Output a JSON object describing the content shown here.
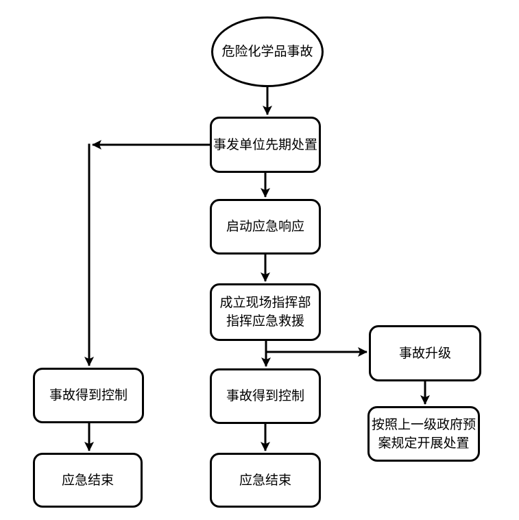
{
  "flowchart": {
    "colors": {
      "stroke": "#000000",
      "fill": "#ffffff",
      "text": "#000000"
    },
    "nodes": {
      "start": {
        "shape": "ellipse",
        "label": "危险化学品事故"
      },
      "initial_disposal": {
        "shape": "rounded-rect",
        "label": "事发单位先期处置"
      },
      "activate_response": {
        "shape": "rounded-rect",
        "label": "启动应急响应"
      },
      "command_post": {
        "shape": "rounded-rect",
        "label": "成立现场指挥部\n指挥应急救援"
      },
      "accident_controlled_left": {
        "shape": "rounded-rect",
        "label": "事故得到控制"
      },
      "emergency_end_left": {
        "shape": "rounded-rect",
        "label": "应急结束"
      },
      "accident_controlled_mid": {
        "shape": "rounded-rect",
        "label": "事故得到控制"
      },
      "emergency_end_mid": {
        "shape": "rounded-rect",
        "label": "应急结束"
      },
      "accident_escalation": {
        "shape": "rounded-rect",
        "label": "事故升级"
      },
      "higher_level_plan": {
        "shape": "rounded-rect",
        "label": "按照上一级政府预\n案规定开展处置"
      }
    },
    "edges": [
      {
        "from": "start",
        "to": "initial_disposal"
      },
      {
        "from": "initial_disposal",
        "to": "activate_response"
      },
      {
        "from": "initial_disposal",
        "to": "accident_controlled_left"
      },
      {
        "from": "activate_response",
        "to": "command_post"
      },
      {
        "from": "command_post",
        "to": "accident_controlled_mid"
      },
      {
        "from": "command_post",
        "to": "accident_escalation"
      },
      {
        "from": "accident_controlled_left",
        "to": "emergency_end_left"
      },
      {
        "from": "accident_controlled_mid",
        "to": "emergency_end_mid"
      },
      {
        "from": "accident_escalation",
        "to": "higher_level_plan"
      }
    ]
  }
}
